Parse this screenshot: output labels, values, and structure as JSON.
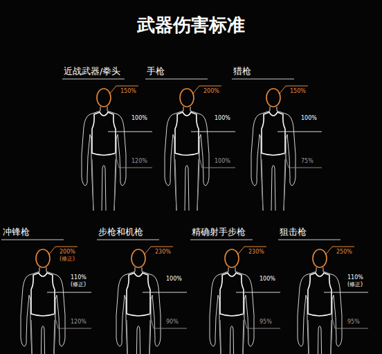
{
  "diagram": {
    "title": "武器伤害标准",
    "labels": [
      "近战武器/拳头",
      "150%",
      "100%",
      "120%",
      "手枪",
      "200%",
      "100%",
      "100%",
      "猎枪",
      "150%",
      "100%",
      "75%",
      "冲锋枪",
      "200%",
      "(修正)",
      "110%",
      "(修正)",
      "120%",
      "步枪和机枪",
      "230%",
      "100%",
      "90%",
      "精确射手步枪",
      "230%",
      "100%",
      "95%",
      "狙击枪",
      "250%",
      "110%",
      "(修正)",
      "95%"
    ]
  }
}
